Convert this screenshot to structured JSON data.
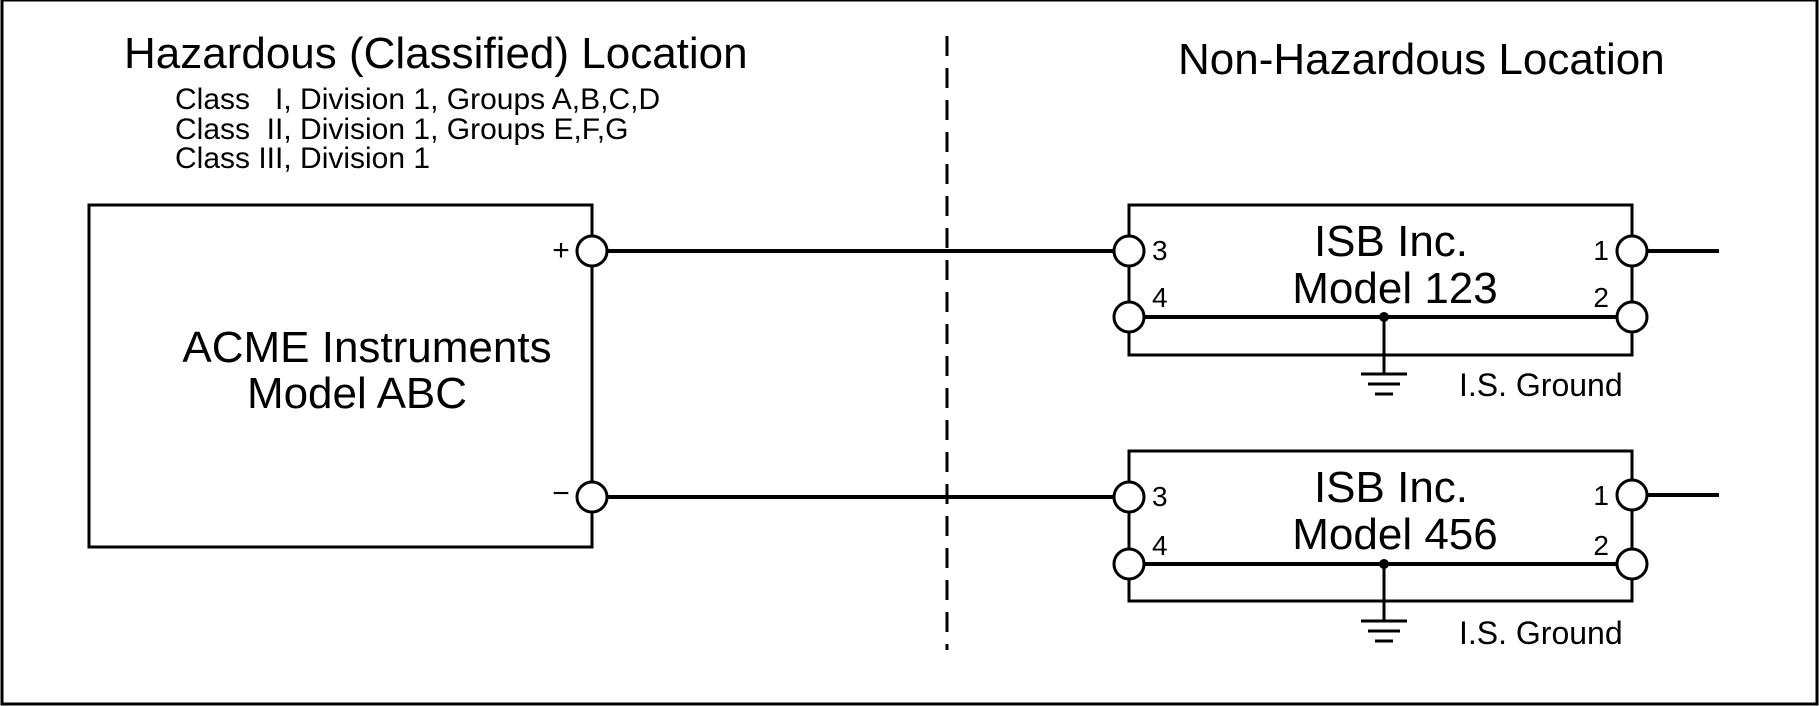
{
  "hazardous": {
    "title": "Hazardous (Classified) Location",
    "classes": [
      "Class   I, Division 1, Groups A,B,C,D",
      "Class  II, Division 1, Groups E,F,G",
      "Class III, Division 1"
    ]
  },
  "non_hazardous": {
    "title": "Non-Hazardous Location"
  },
  "instrument": {
    "line1": "ACME Instruments",
    "line2": "Model ABC",
    "pos_label": "+",
    "neg_label": "−"
  },
  "barriers": [
    {
      "line1": "ISB Inc.",
      "line2": "Model 123",
      "terminals": [
        "3",
        "4",
        "1",
        "2"
      ],
      "ground_label": "I.S. Ground"
    },
    {
      "line1": "ISB Inc.",
      "line2": "Model 456",
      "terminals": [
        "3",
        "4",
        "1",
        "2"
      ],
      "ground_label": "I.S. Ground"
    }
  ]
}
